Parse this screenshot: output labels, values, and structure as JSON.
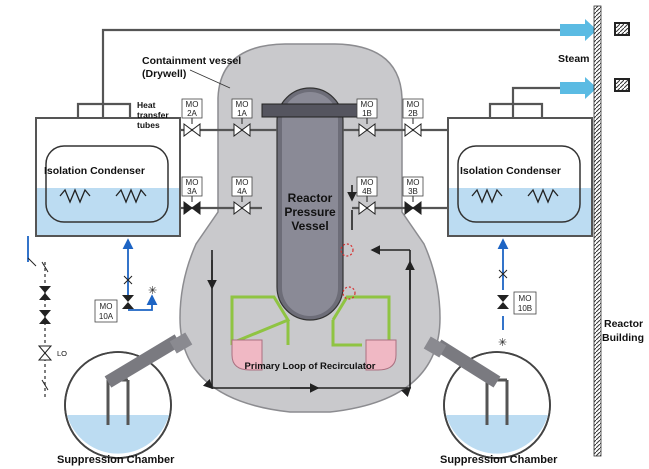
{
  "labels": {
    "containment": "Containment vessel",
    "drywell": "(Drywell)",
    "heat1": "Heat",
    "heat2": "transfer",
    "heat3": "tubes",
    "steam": "Steam",
    "ic_left": "Isolation Condenser",
    "ic_right": "Isolation Condenser",
    "rpv1": "Reactor",
    "rpv2": "Pressure",
    "rpv3": "Vessel",
    "loop": "Primary Loop of Recirculator",
    "rb1": "Reactor",
    "rb2": "Building",
    "sc_left": "Suppression Chamber",
    "sc_right": "Suppression Chamber",
    "lo": "LO"
  },
  "valves": {
    "v2a": [
      "MO",
      "2A"
    ],
    "v1a": [
      "MO",
      "1A"
    ],
    "v1b": [
      "MO",
      "1B"
    ],
    "v2b": [
      "MO",
      "2B"
    ],
    "v3a": [
      "MO",
      "3A"
    ],
    "v4a": [
      "MO",
      "4A"
    ],
    "v4b": [
      "MO",
      "4B"
    ],
    "v3b": [
      "MO",
      "3B"
    ],
    "v10a": [
      "MO",
      "10A"
    ],
    "v10b": [
      "MO",
      "10B"
    ]
  },
  "colors": {
    "vessel": "#c9c9cc",
    "water": "#bcdcf2",
    "green_loop": "#8fc442",
    "pump": "#f0b8c4",
    "arrow": "#5bbbe3",
    "blue_line": "#1d64c4"
  }
}
